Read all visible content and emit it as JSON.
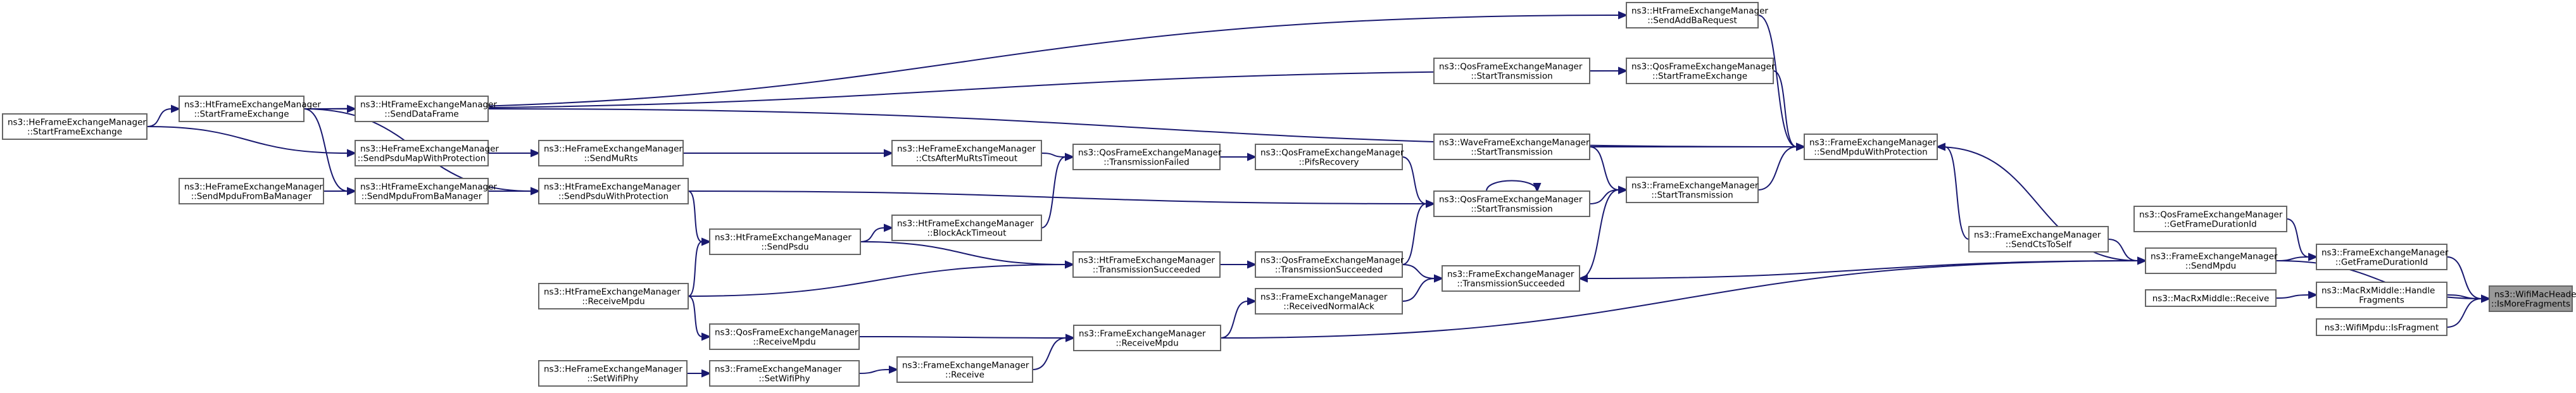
{
  "nodes": [
    {
      "id": "n0",
      "lines": [
        "ns3::WifiMacHeader",
        "::IsMoreFragments"
      ],
      "focus": true
    },
    {
      "id": "n1",
      "lines": [
        "ns3::FrameExchangeManager",
        "::GetFrameDurationId"
      ]
    },
    {
      "id": "n2",
      "lines": [
        "ns3::QosFrameExchangeManager",
        "::GetFrameDurationId"
      ]
    },
    {
      "id": "n3",
      "lines": [
        "ns3::FrameExchangeManager",
        "::SendMpdu"
      ]
    },
    {
      "id": "n4",
      "lines": [
        "ns3::FrameExchangeManager",
        "::SendMpduWithProtection"
      ]
    },
    {
      "id": "n5",
      "lines": [
        "ns3::HtFrameExchangeManager",
        "::SendAddBaRequest"
      ]
    },
    {
      "id": "n6",
      "lines": [
        "ns3::HtFrameExchangeManager",
        "::StartFrameExchange"
      ]
    },
    {
      "id": "n7",
      "lines": [
        "ns3::HeFrameExchangeManager",
        "::StartFrameExchange"
      ]
    },
    {
      "id": "n8",
      "lines": [
        "ns3::QosFrameExchangeManager",
        "::StartFrameExchange"
      ]
    },
    {
      "id": "n9",
      "lines": [
        "ns3::QosFrameExchangeManager",
        "::StartTransmission"
      ]
    },
    {
      "id": "n10",
      "lines": [
        "ns3::HtFrameExchangeManager",
        "::SendDataFrame"
      ]
    },
    {
      "id": "n11",
      "lines": [
        "ns3::FrameExchangeManager",
        "::StartTransmission"
      ]
    },
    {
      "id": "n12",
      "lines": [
        "ns3::WaveFrameExchangeManager",
        "::StartTransmission"
      ]
    },
    {
      "id": "n13",
      "lines": [
        "ns3::QosFrameExchangeManager",
        "::StartTransmission"
      ]
    },
    {
      "id": "n14",
      "lines": [
        "ns3::FrameExchangeManager",
        "::TransmissionSucceeded"
      ]
    },
    {
      "id": "n15",
      "lines": [
        "ns3::FrameExchangeManager",
        "::SendCtsToSelf"
      ]
    },
    {
      "id": "n16",
      "lines": [
        "ns3::QosFrameExchangeManager",
        "::PifsRecovery"
      ]
    },
    {
      "id": "n17",
      "lines": [
        "ns3::QosFrameExchangeManager",
        "::TransmissionFailed"
      ]
    },
    {
      "id": "n18",
      "lines": [
        "ns3::HeFrameExchangeManager",
        "::CtsAfterMuRtsTimeout"
      ]
    },
    {
      "id": "n19",
      "lines": [
        "ns3::HeFrameExchangeManager",
        "::SendMuRts"
      ]
    },
    {
      "id": "n20",
      "lines": [
        "ns3::HeFrameExchangeManager",
        "::SendPsduMapWithProtection"
      ]
    },
    {
      "id": "n21",
      "lines": [
        "ns3::HtFrameExchangeManager",
        "::BlockAckTimeout"
      ]
    },
    {
      "id": "n22",
      "lines": [
        "ns3::HtFrameExchangeManager",
        "::SendPsdu"
      ]
    },
    {
      "id": "n23",
      "lines": [
        "ns3::HtFrameExchangeManager",
        "::SendPsduWithProtection"
      ]
    },
    {
      "id": "n24",
      "lines": [
        "ns3::HtFrameExchangeManager",
        "::SendMpduFromBaManager"
      ]
    },
    {
      "id": "n25",
      "lines": [
        "ns3::HeFrameExchangeManager",
        "::SendMpduFromBaManager"
      ]
    },
    {
      "id": "n26",
      "lines": [
        "ns3::HtFrameExchangeManager",
        "::ReceiveMpdu"
      ]
    },
    {
      "id": "n27",
      "lines": [
        "ns3::HtFrameExchangeManager",
        "::TransmissionSucceeded"
      ]
    },
    {
      "id": "n28",
      "lines": [
        "ns3::QosFrameExchangeManager",
        "::TransmissionSucceeded"
      ]
    },
    {
      "id": "n29",
      "lines": [
        "ns3::FrameExchangeManager",
        "::ReceivedNormalAck"
      ]
    },
    {
      "id": "n30",
      "lines": [
        "ns3::FrameExchangeManager",
        "::ReceiveMpdu"
      ]
    },
    {
      "id": "n31",
      "lines": [
        "ns3::QosFrameExchangeManager",
        "::ReceiveMpdu"
      ]
    },
    {
      "id": "n32",
      "lines": [
        "ns3::FrameExchangeManager",
        "::Receive"
      ]
    },
    {
      "id": "n33",
      "lines": [
        "ns3::FrameExchangeManager",
        "::SetWifiPhy"
      ]
    },
    {
      "id": "n34",
      "lines": [
        "ns3::HeFrameExchangeManager",
        "::SetWifiPhy"
      ]
    },
    {
      "id": "n35",
      "lines": [
        "ns3::MacRxMiddle::Handle",
        "Fragments"
      ]
    },
    {
      "id": "n36",
      "lines": [
        "ns3::MacRxMiddle::Receive"
      ]
    },
    {
      "id": "n37",
      "lines": [
        "ns3::WifiMpdu::IsFragment"
      ]
    }
  ]
}
